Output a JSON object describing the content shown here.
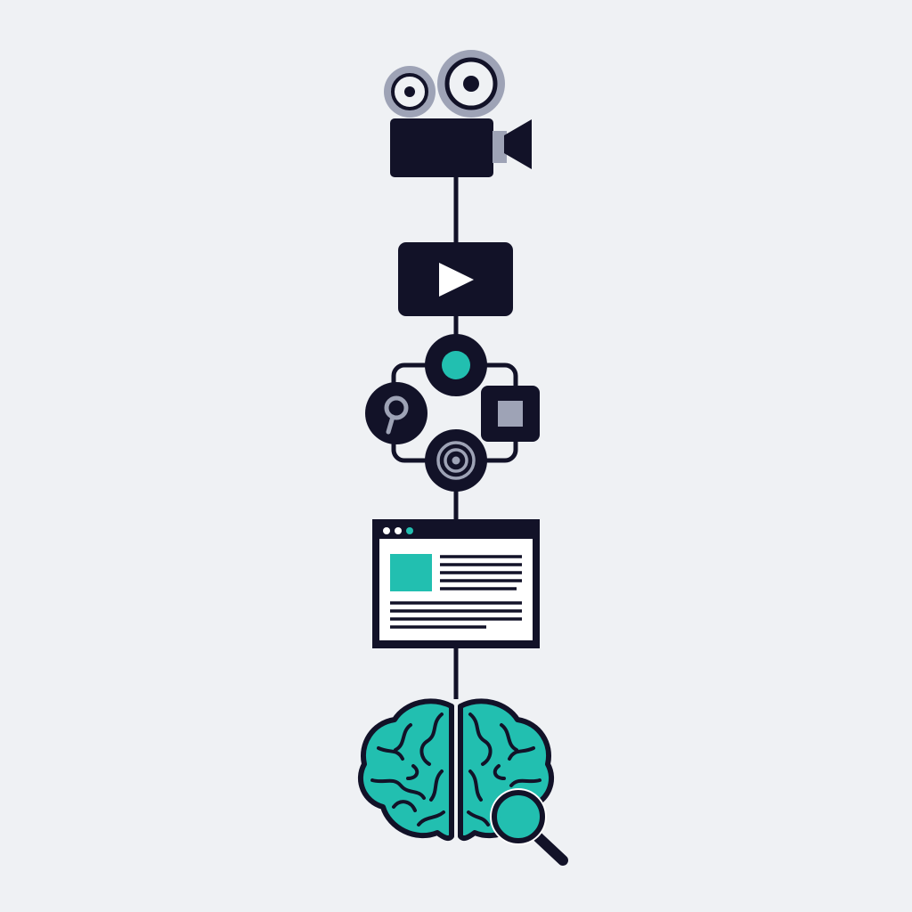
{
  "colors": {
    "background": "#eff1f4",
    "ink": "#121228",
    "teal": "#22bfb0",
    "gray": "#9ea3b6",
    "window_fill": "#ffffff"
  },
  "nodes": [
    {
      "id": "camera",
      "icon": "film-camera-icon"
    },
    {
      "id": "video",
      "icon": "play-video-icon"
    },
    {
      "id": "network",
      "icon": "node-network-icon"
    },
    {
      "id": "browser",
      "icon": "browser-window-icon"
    },
    {
      "id": "brain",
      "icon": "brain-search-icon"
    }
  ]
}
